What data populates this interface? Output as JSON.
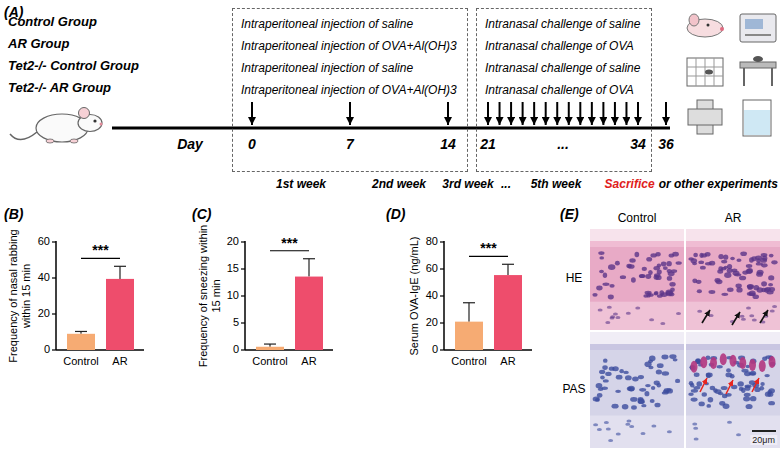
{
  "diagram": {
    "nodes": [
      {
        "text": [
          "Intraperitoneal injection of saline",
          "Intraperitoneal injection of OVA+Al(OH)3",
          "Intraperitoneal injection of saline",
          "Intraperitoneal injection of OVA+Al(OH)3"
        ]
      },
      {
        "text": [
          "Intranasal challenge of saline",
          "Intranasal challenge of OVA",
          "Intranasal challenge of saline",
          "Intranasal challenge of OVA"
        ]
      }
    ],
    "labels": [
      "(A)",
      "Control Group",
      "AR Group",
      "Tet2-/- Control Group",
      "Tet2-/- AR Group",
      "Day",
      "0",
      "7",
      "14",
      "21",
      "...",
      "34",
      "36",
      "1st week",
      "2nd week",
      "3rd week",
      "...",
      "5th week",
      "Sacrifice",
      "or other experiments",
      "(B)",
      "Frequency of nasal rabbing within 15 min",
      "60",
      "40",
      "20",
      "0",
      "***",
      "Control",
      "AR",
      "(C)",
      "Frequency of sneezing within 15 min",
      "20",
      "15",
      "10",
      "5",
      "0",
      "***",
      "Control",
      "AR",
      "(D)",
      "Serum OVA-IgE (ng/mL)",
      "80",
      "60",
      "40",
      "20",
      "0",
      "***",
      "Control",
      "AR",
      "(E)",
      "Control",
      "AR",
      "HE",
      "PAS",
      "20μm"
    ]
  }
}
